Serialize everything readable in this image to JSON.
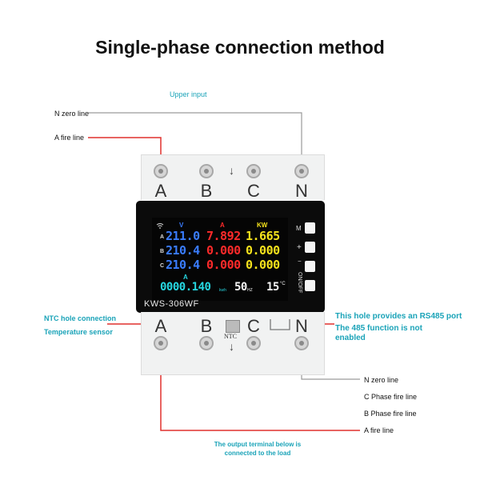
{
  "title": "Single-phase connection method",
  "labels": {
    "upper_input": "Upper input",
    "n_zero_top": "N zero line",
    "a_fire_top": "A fire line",
    "ntc_hole": "NTC hole connection",
    "temp_sensor": "Temperature sensor",
    "rs485_line1": "This hole provides an RS485 port",
    "rs485_line2": "The 485 function is not",
    "rs485_line3": "enabled",
    "n_zero_bot": "N zero line",
    "c_phase": "C Phase fire line",
    "b_phase": "B Phase fire line",
    "a_fire_bot": "A fire line",
    "output_line1": "The output terminal below is",
    "output_line2": "connected to the load",
    "ntc": "NTC"
  },
  "terminals": {
    "a": "A",
    "b": "B",
    "c": "C",
    "n": "N"
  },
  "device": {
    "model": "KWS-306WF",
    "col_v": "V",
    "col_a": "A",
    "col_kw": "KW",
    "row_a": "A",
    "row_b": "B",
    "row_c": "C",
    "v_a": "211.0",
    "v_b": "210.4",
    "v_c": "210.4",
    "a_a": "7.892",
    "a_b": "0.000",
    "a_c": "0.000",
    "kw_a": "1.665",
    "kw_b": "0.000",
    "kw_c": "0.000",
    "bottom_a": "A",
    "energy": "0000.140",
    "energy_unit": "kwh",
    "freq": "50",
    "freq_unit": "HZ",
    "temp": "15",
    "temp_unit": "°C",
    "btn_m": "M",
    "btn_plus": "+",
    "btn_minus": "−",
    "btn_onoff": "ON/OFF"
  },
  "colors": {
    "fire_line": "#e0312d",
    "zero_line": "#9a9a9a",
    "volt": "#3a7dff",
    "amp": "#ff2a2a",
    "kw": "#f4e21c",
    "energy": "#26d6e0"
  }
}
